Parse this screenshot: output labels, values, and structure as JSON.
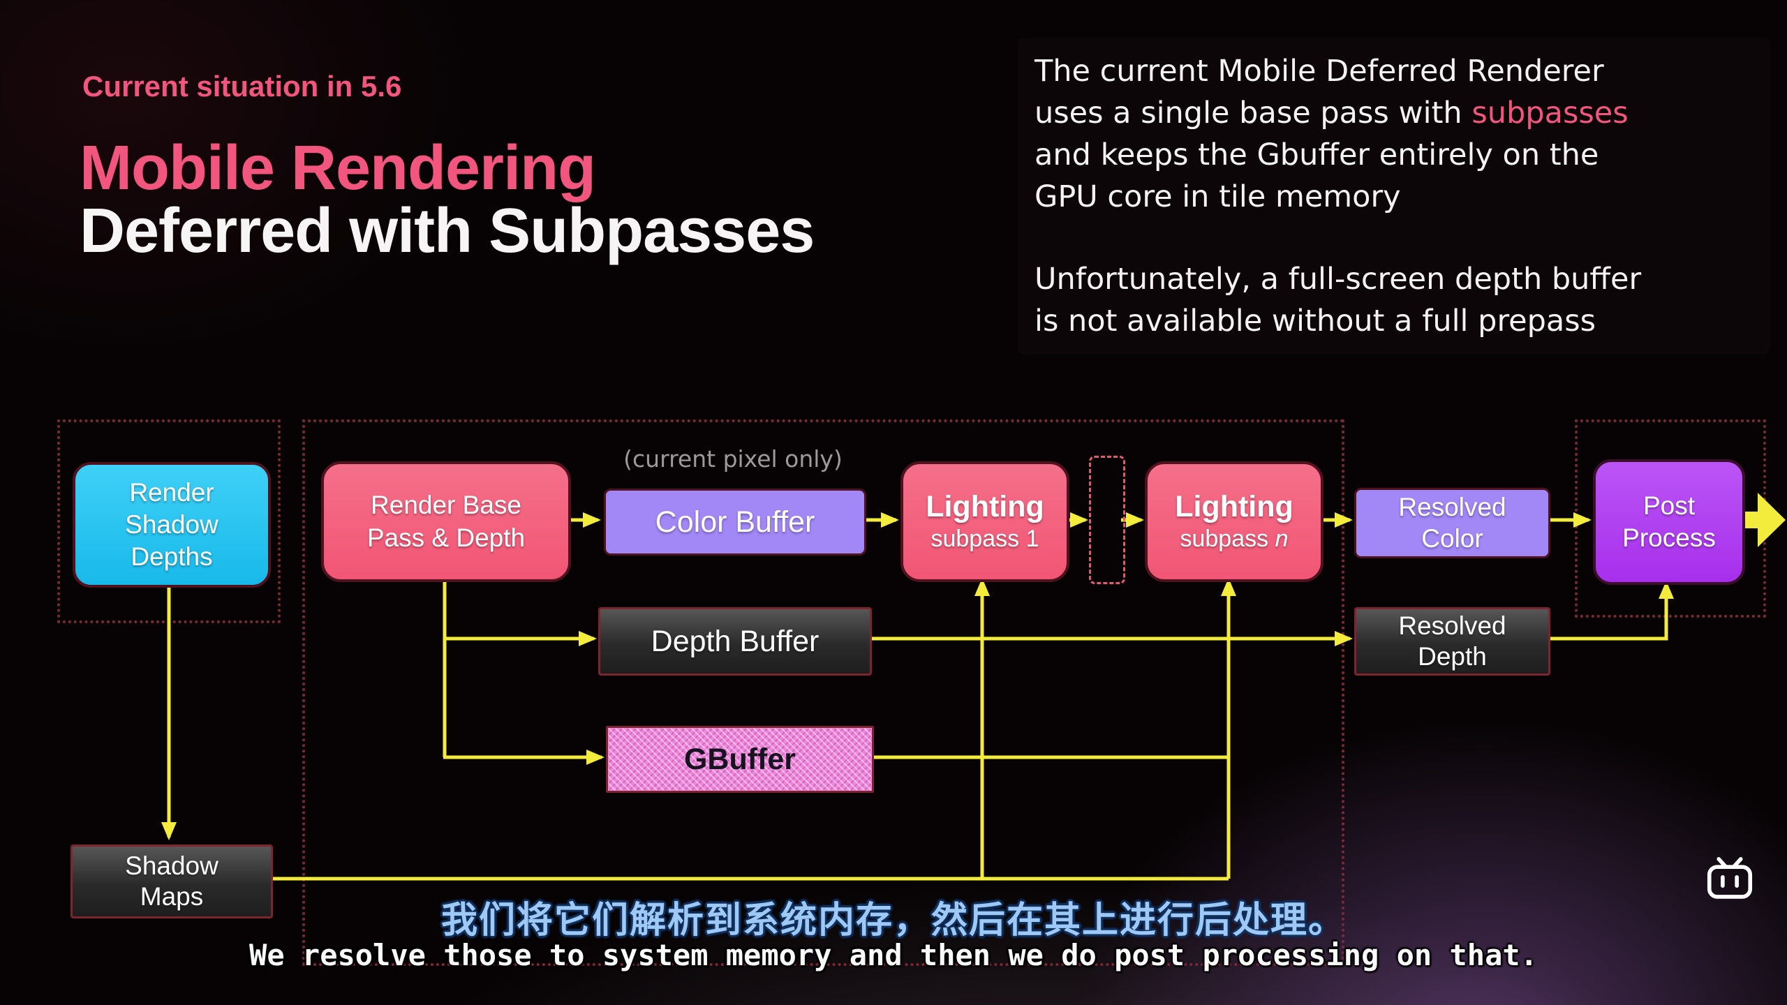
{
  "header": {
    "kicker": "Current situation in 5.6",
    "title1": "Mobile Rendering",
    "title2": "Deferred with Subpasses"
  },
  "intro": {
    "p1_lines": [
      {
        "text": "The current Mobile Deferred Renderer"
      },
      {
        "text": "uses a single base pass with ",
        "highlight": "subpasses"
      },
      {
        "text": "and keeps the Gbuffer entirely on the"
      },
      {
        "text": "GPU core in tile memory"
      }
    ],
    "p2_lines": [
      {
        "text": "Unfortunately, a full-screen depth buffer"
      },
      {
        "text": "is not available without a full prepass"
      }
    ]
  },
  "diagram": {
    "annotation": "(current pixel only)",
    "render_shadow_depths": "Render Shadow Depths",
    "shadow_maps": "Shadow Maps",
    "render_base_pass": "Render Base Pass & Depth",
    "color_buffer": "Color Buffer",
    "lighting1": {
      "title": "Lighting",
      "sub": "subpass 1"
    },
    "lightingN": {
      "title": "Lighting",
      "sub_prefix": "subpass ",
      "sub_n": "n"
    },
    "depth_buffer": "Depth Buffer",
    "gbuffer": "GBuffer",
    "resolved_color": "Resolved Color",
    "resolved_depth": "Resolved Depth",
    "post_process": "Post Process"
  },
  "subtitles": {
    "zh": "我们将它们解析到系统内存，然后在其上进行后处理。",
    "en": "We resolve those to system memory and then we do post processing on that."
  },
  "colors": {
    "accent_pink": "#f2557d",
    "node_pink": "#f4617e",
    "node_cyan": "#2bc7f4",
    "node_purple": "#a287f7",
    "node_violet": "#b23cf5",
    "dark_box": "#2a2a2a",
    "gbuffer_pink": "#ee86dc",
    "arrow_yellow": "#f3ec3d",
    "dotted_border": "#7f2937",
    "subtitle_blue": "#9ec9f7"
  }
}
